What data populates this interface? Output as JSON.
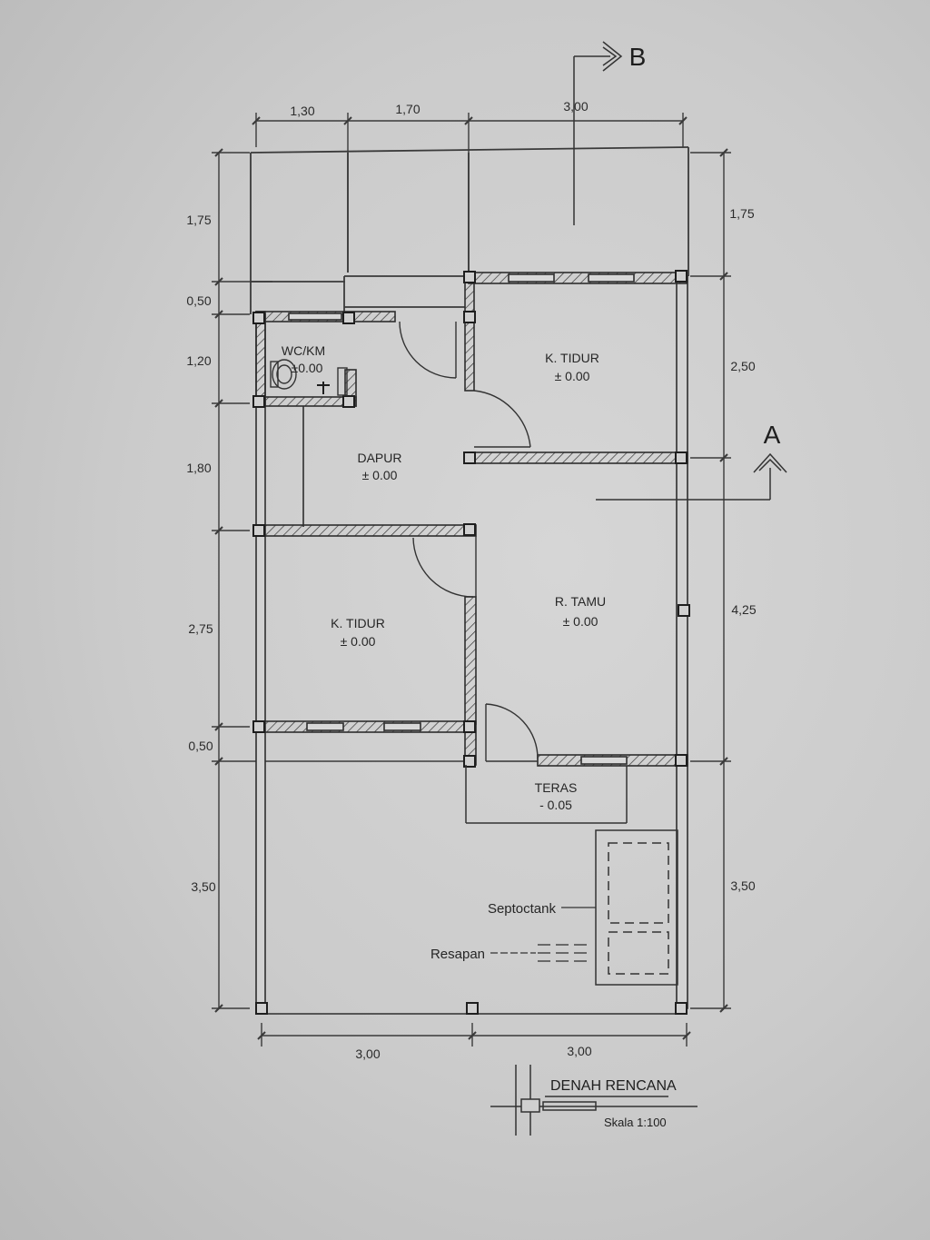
{
  "section_markers": {
    "b": "B",
    "a": "A"
  },
  "dims_top": [
    "1,30",
    "1,70",
    "3,00"
  ],
  "dims_left": [
    "1,75",
    "0,50",
    "1,20",
    "1,80",
    "2,75",
    "0,50",
    "3,50"
  ],
  "dims_right": [
    "1,75",
    "2,50",
    "4,25",
    "3,50"
  ],
  "dims_bottom": [
    "3,00",
    "3,00"
  ],
  "rooms": {
    "wc": {
      "name": "WC/KM",
      "level": "±0.00"
    },
    "dapur": {
      "name": "DAPUR",
      "level": "± 0.00"
    },
    "tidur1": {
      "name": "K. TIDUR",
      "level": "± 0.00"
    },
    "tidur2": {
      "name": "K. TIDUR",
      "level": "± 0.00"
    },
    "tamu": {
      "name": "R. TAMU",
      "level": "± 0.00"
    },
    "teras": {
      "name": "TERAS",
      "level": "- 0.05"
    }
  },
  "labels": {
    "septictank": "Septoctank",
    "resapan": "Resapan"
  },
  "title_block": {
    "title": "DENAH RENCANA",
    "scale": "Skala 1:100"
  }
}
